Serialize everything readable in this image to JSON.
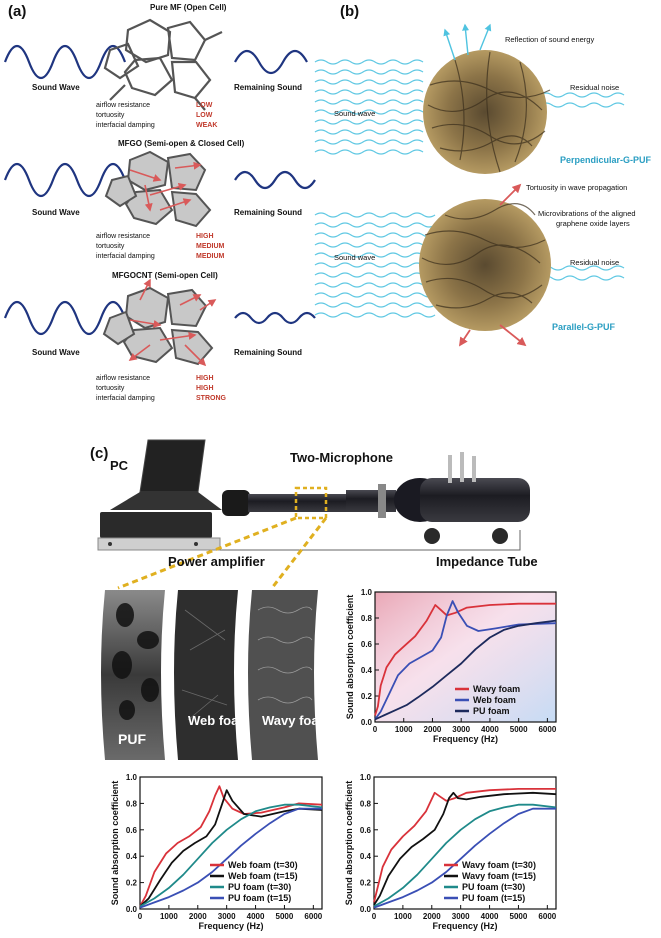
{
  "panels": {
    "a": {
      "label": "(a)",
      "rows": [
        {
          "title": "Pure MF (Open Cell)",
          "left": "Sound Wave",
          "right": "Remaining Sound",
          "props": [
            {
              "k": "airflow resistance",
              "v": "LOW"
            },
            {
              "k": "tortuosity",
              "v": "LOW"
            },
            {
              "k": "interfacial damping",
              "v": "WEAK"
            }
          ]
        },
        {
          "title": "MFGO (Semi-open & Closed Cell)",
          "left": "Sound Wave",
          "right": "Remaining Sound",
          "props": [
            {
              "k": "airflow resistance",
              "v": "HIGH"
            },
            {
              "k": "tortuosity",
              "v": "MEDIUM"
            },
            {
              "k": "interfacial damping",
              "v": "MEDIUM"
            }
          ]
        },
        {
          "title": "MFGOCNT (Semi-open Cell)",
          "left": "Sound Wave",
          "right": "Remaining Sound",
          "props": [
            {
              "k": "airflow resistance",
              "v": "HIGH"
            },
            {
              "k": "tortuosity",
              "v": "HIGH"
            },
            {
              "k": "interfacial damping",
              "v": "STRONG"
            }
          ]
        }
      ]
    },
    "b": {
      "label": "(b)",
      "top": {
        "reflection": "Reflection of sound energy",
        "sound_wave": "Sound wave",
        "residual": "Residual noise",
        "name": "Perpendicular-G-PUF"
      },
      "bottom": {
        "tortuosity": "Tortuosity in wave propagation",
        "micro1": "Microvibrations of the aligned",
        "micro2": "graphene oxide layers",
        "sound_wave": "Sound wave",
        "residual": "Residual noise",
        "name": "Parallel-G-PUF"
      }
    },
    "c": {
      "label": "(c)",
      "pc": "PC",
      "mic": "Two-Microphone",
      "amp": "Power amplifier",
      "tube": "Impedance Tube",
      "sem": [
        "PUF",
        "Web foam",
        "Wavy foam"
      ]
    }
  },
  "colors": {
    "red": "#d9323a",
    "blue": "#3a4fb5",
    "navy": "#1d2a5c",
    "teal": "#1f8a8a",
    "black": "#111111",
    "wave": "#1f3580",
    "arrow": "#d95a5a",
    "cyan": "#4fc3e0",
    "accent_label": "#c0392b"
  },
  "chart_data": [
    {
      "type": "line",
      "xlabel": "Frequency (Hz)",
      "ylabel": "Sound absorption coefficient",
      "xlim": [
        0,
        6300
      ],
      "ylim": [
        0,
        1.0
      ],
      "xticks": [
        0,
        1000,
        2000,
        3000,
        4000,
        5000,
        6000
      ],
      "yticks": [
        0.0,
        0.2,
        0.4,
        0.6,
        0.8,
        1.0
      ],
      "legend": "bottom-right",
      "series": [
        {
          "name": "Wavy foam",
          "color": "#d9323a",
          "x": [
            0,
            100,
            200,
            400,
            700,
            1000,
            1400,
            1800,
            2100,
            2300,
            2500,
            2800,
            3200,
            4000,
            5000,
            6300
          ],
          "y": [
            0.05,
            0.12,
            0.28,
            0.42,
            0.52,
            0.58,
            0.66,
            0.78,
            0.9,
            0.86,
            0.82,
            0.84,
            0.88,
            0.9,
            0.91,
            0.91
          ]
        },
        {
          "name": "Web foam",
          "color": "#3a4fb5",
          "x": [
            0,
            200,
            500,
            800,
            1200,
            1600,
            2000,
            2300,
            2500,
            2700,
            2900,
            3200,
            3600,
            4200,
            5000,
            6300
          ],
          "y": [
            0.02,
            0.08,
            0.22,
            0.36,
            0.45,
            0.5,
            0.55,
            0.65,
            0.82,
            0.93,
            0.84,
            0.74,
            0.7,
            0.72,
            0.75,
            0.76
          ]
        },
        {
          "name": "PU foam",
          "color": "#1d2a5c",
          "x": [
            0,
            300,
            700,
            1100,
            1500,
            2000,
            2500,
            3000,
            3500,
            4000,
            4500,
            5000,
            5600,
            6300
          ],
          "y": [
            0.02,
            0.05,
            0.09,
            0.13,
            0.19,
            0.27,
            0.36,
            0.45,
            0.56,
            0.65,
            0.71,
            0.74,
            0.76,
            0.78
          ]
        }
      ]
    },
    {
      "type": "line",
      "xlabel": "Frequency (Hz)",
      "ylabel": "Sound absorption coefficient",
      "xlim": [
        0,
        6300
      ],
      "ylim": [
        0,
        1.0
      ],
      "xticks": [
        0,
        1000,
        2000,
        3000,
        4000,
        5000,
        6000
      ],
      "yticks": [
        0.0,
        0.2,
        0.4,
        0.6,
        0.8,
        1.0
      ],
      "legend": "bottom-right",
      "series": [
        {
          "name": "Web foam (t=30)",
          "color": "#d9323a",
          "x": [
            0,
            200,
            500,
            900,
            1300,
            1700,
            2100,
            2400,
            2600,
            2750,
            2900,
            3200,
            3600,
            4200,
            5000,
            5500,
            6300
          ],
          "y": [
            0.02,
            0.1,
            0.28,
            0.42,
            0.5,
            0.55,
            0.62,
            0.74,
            0.86,
            0.93,
            0.84,
            0.76,
            0.72,
            0.73,
            0.77,
            0.8,
            0.79
          ]
        },
        {
          "name": "Web foam (t=15)",
          "color": "#111111",
          "x": [
            0,
            300,
            700,
            1100,
            1500,
            1900,
            2300,
            2600,
            2850,
            3000,
            3200,
            3600,
            4200,
            5000,
            5500,
            6300
          ],
          "y": [
            0.02,
            0.08,
            0.22,
            0.35,
            0.44,
            0.5,
            0.55,
            0.64,
            0.8,
            0.9,
            0.82,
            0.72,
            0.7,
            0.74,
            0.76,
            0.75
          ]
        },
        {
          "name": "PU foam (t=30)",
          "color": "#1f8a8a",
          "x": [
            0,
            500,
            1000,
            1500,
            2000,
            2500,
            3000,
            3500,
            4000,
            4500,
            5000,
            5500,
            6300
          ],
          "y": [
            0.02,
            0.08,
            0.16,
            0.26,
            0.38,
            0.5,
            0.6,
            0.68,
            0.74,
            0.77,
            0.79,
            0.79,
            0.77
          ]
        },
        {
          "name": "PU foam (t=15)",
          "color": "#3a4fb5",
          "x": [
            0,
            500,
            1000,
            1500,
            2000,
            2500,
            3000,
            3500,
            4000,
            4500,
            5000,
            5500,
            6300
          ],
          "y": [
            0.01,
            0.05,
            0.09,
            0.14,
            0.2,
            0.28,
            0.38,
            0.48,
            0.57,
            0.65,
            0.72,
            0.76,
            0.76
          ]
        }
      ]
    },
    {
      "type": "line",
      "xlabel": "Frequency (Hz)",
      "ylabel": "Sound absorption coefficient",
      "xlim": [
        0,
        6300
      ],
      "ylim": [
        0,
        1.0
      ],
      "xticks": [
        0,
        1000,
        2000,
        3000,
        4000,
        5000,
        6000
      ],
      "yticks": [
        0.0,
        0.2,
        0.4,
        0.6,
        0.8,
        1.0
      ],
      "legend": "bottom-right",
      "series": [
        {
          "name": "Wavy foam (t=30)",
          "color": "#d9323a",
          "x": [
            0,
            100,
            300,
            600,
            1000,
            1400,
            1800,
            2100,
            2300,
            2500,
            2800,
            3200,
            4000,
            5000,
            6300
          ],
          "y": [
            0.05,
            0.14,
            0.32,
            0.45,
            0.55,
            0.63,
            0.74,
            0.88,
            0.85,
            0.82,
            0.84,
            0.88,
            0.9,
            0.91,
            0.91
          ]
        },
        {
          "name": "Wavy foam (t=15)",
          "color": "#111111",
          "x": [
            0,
            200,
            500,
            900,
            1300,
            1700,
            2100,
            2400,
            2600,
            2750,
            2900,
            3200,
            3700,
            4500,
            5500,
            6300
          ],
          "y": [
            0.03,
            0.1,
            0.25,
            0.38,
            0.47,
            0.53,
            0.6,
            0.72,
            0.84,
            0.88,
            0.84,
            0.83,
            0.85,
            0.87,
            0.88,
            0.87
          ]
        },
        {
          "name": "PU foam (t=30)",
          "color": "#1f8a8a",
          "x": [
            0,
            500,
            1000,
            1500,
            2000,
            2500,
            3000,
            3500,
            4000,
            4500,
            5000,
            5500,
            6300
          ],
          "y": [
            0.02,
            0.08,
            0.16,
            0.26,
            0.38,
            0.5,
            0.6,
            0.68,
            0.74,
            0.77,
            0.79,
            0.79,
            0.77
          ]
        },
        {
          "name": "PU foam (t=15)",
          "color": "#3a4fb5",
          "x": [
            0,
            500,
            1000,
            1500,
            2000,
            2500,
            3000,
            3500,
            4000,
            4500,
            5000,
            5500,
            6300
          ],
          "y": [
            0.01,
            0.05,
            0.09,
            0.14,
            0.2,
            0.28,
            0.38,
            0.48,
            0.57,
            0.65,
            0.72,
            0.76,
            0.76
          ]
        }
      ]
    }
  ]
}
